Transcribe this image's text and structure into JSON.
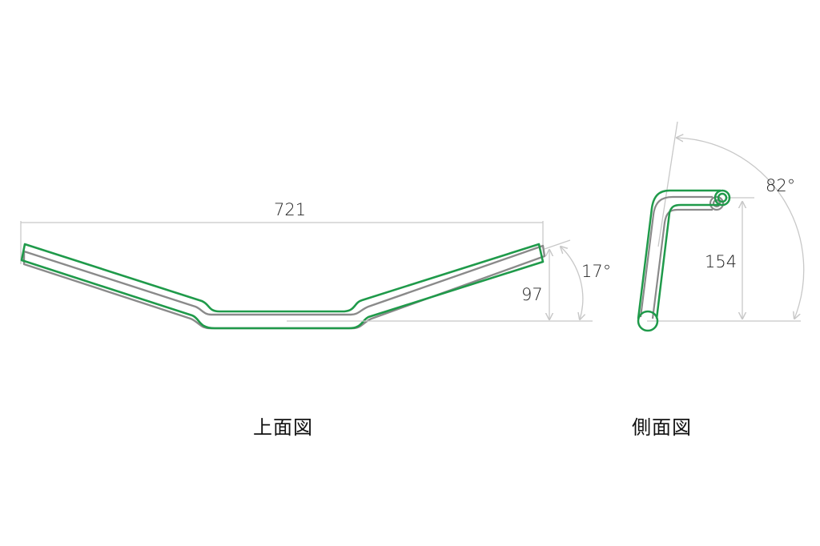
{
  "colors": {
    "bar_outline": "#1f9a4a",
    "bar_shadow": "#8a8a8a",
    "dimension_line": "#c8c8c8",
    "text": "#222222",
    "background": "#ffffff"
  },
  "top_view": {
    "caption": "上面図",
    "width_label": "721",
    "rise_label": "97",
    "angle_label": "17°"
  },
  "side_view": {
    "caption": "側面図",
    "height_label": "154",
    "angle_label": "82°"
  }
}
